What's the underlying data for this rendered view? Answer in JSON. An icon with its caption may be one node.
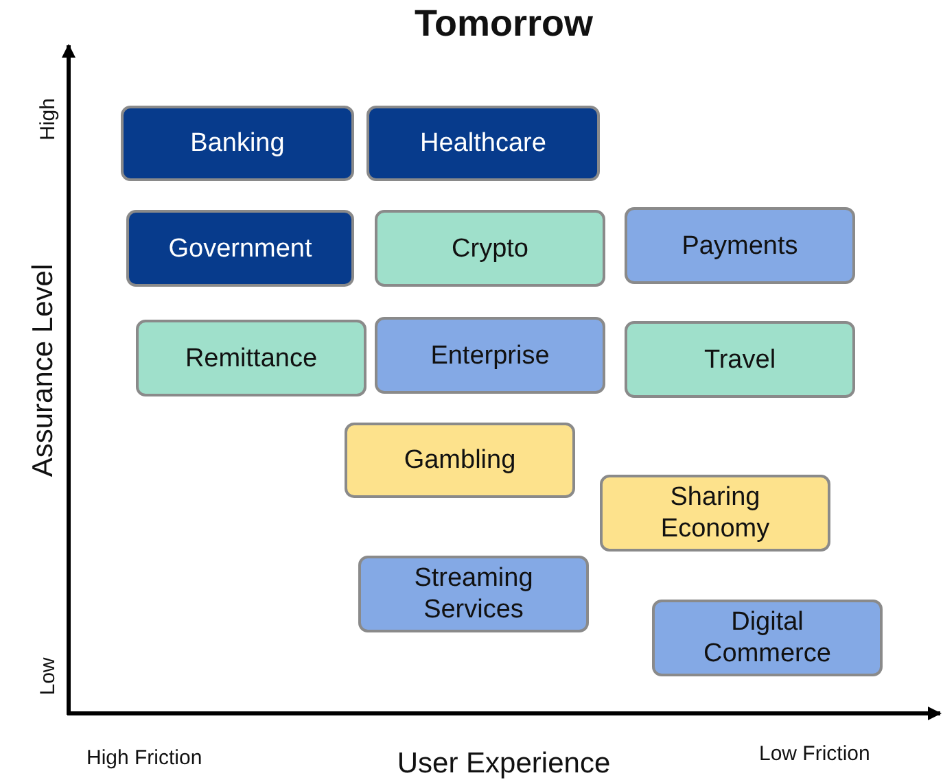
{
  "diagram": {
    "title": "Tomorrow",
    "nodes": [
      {
        "text": [
          "Banking"
        ]
      },
      {
        "text": [
          "Healthcare"
        ]
      },
      {
        "text": [
          "Government"
        ]
      },
      {
        "text": [
          "Crypto"
        ]
      },
      {
        "text": [
          "Payments"
        ]
      },
      {
        "text": [
          "Remittance"
        ]
      },
      {
        "text": [
          "Enterprise"
        ]
      },
      {
        "text": [
          "Travel"
        ]
      },
      {
        "text": [
          "Gambling"
        ]
      },
      {
        "text": [
          "Sharing Economy"
        ]
      },
      {
        "text": [
          "Streaming Services"
        ]
      },
      {
        "text": [
          "Digital Commerce"
        ]
      }
    ],
    "labels": [
      "High",
      "Low",
      "Assurance Level",
      "High Friction",
      "User Experience",
      "Low Friction"
    ]
  }
}
